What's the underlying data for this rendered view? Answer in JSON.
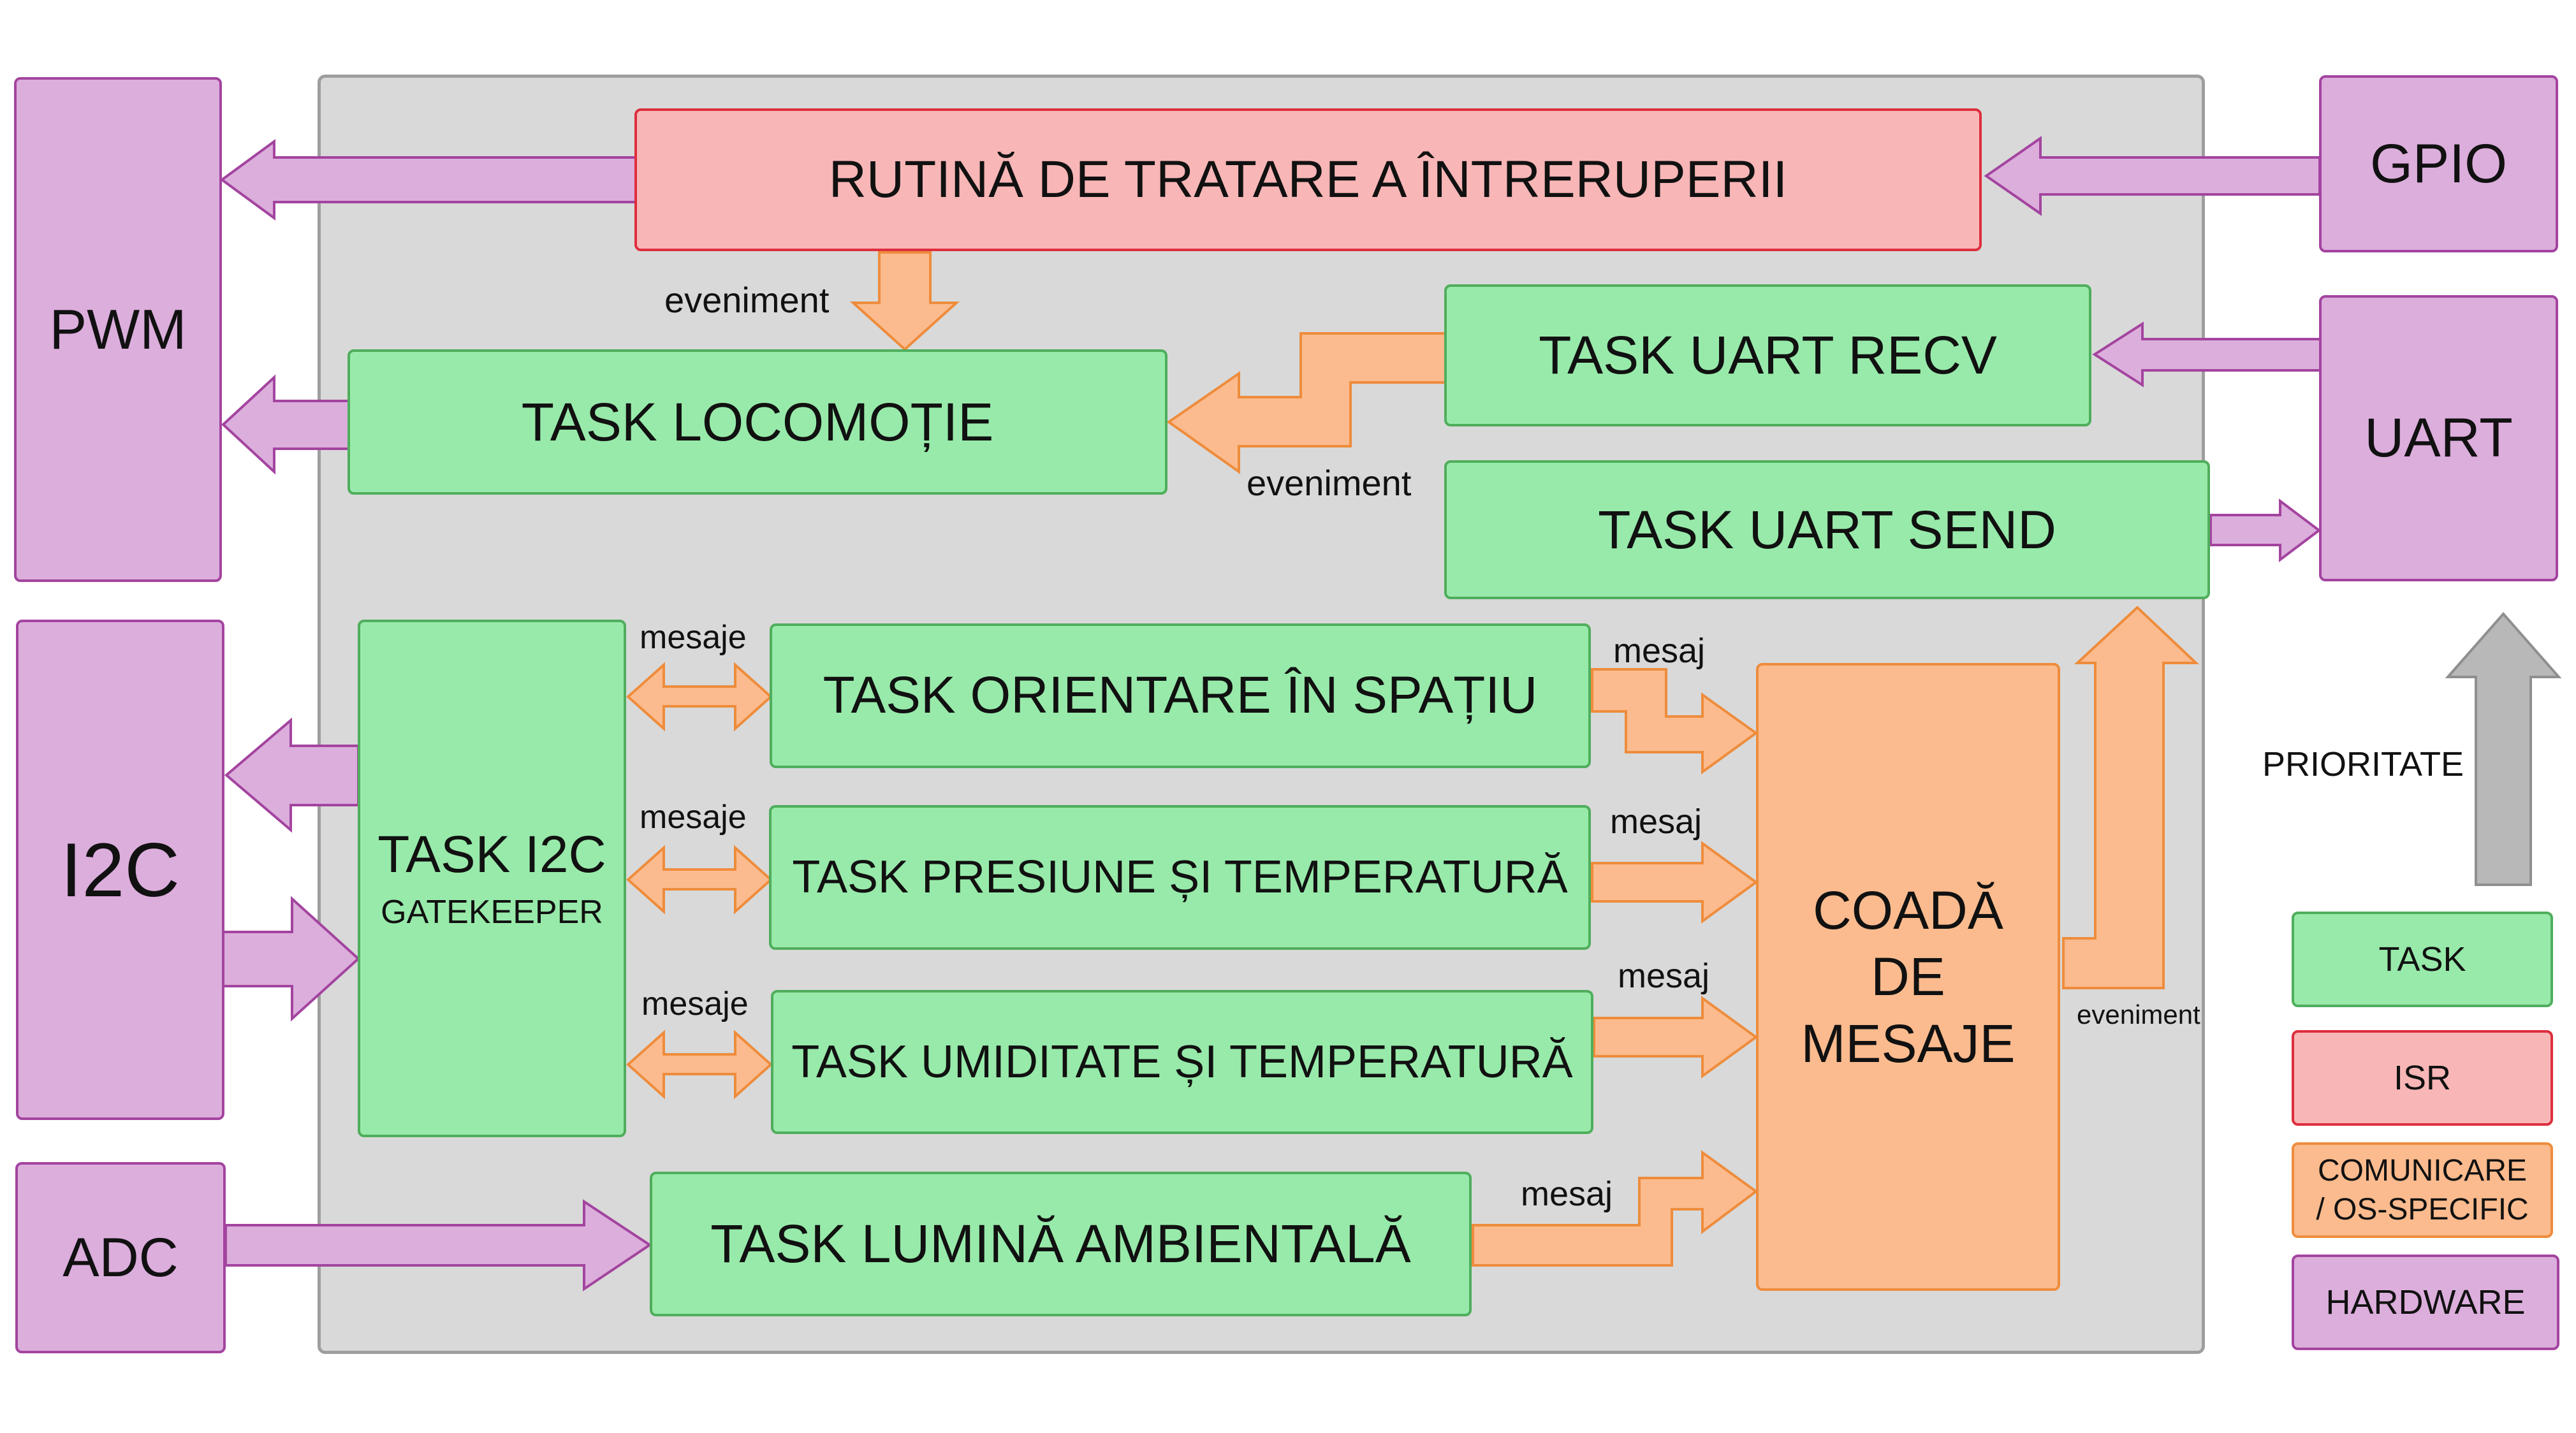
{
  "hardware": {
    "pwm": "PWM",
    "i2c": "I2C",
    "adc": "ADC",
    "gpio": "GPIO",
    "uart": "UART"
  },
  "isr": {
    "title": "RUTINĂ DE TRATARE A ÎNTRERUPERII"
  },
  "tasks": {
    "locomotie": "TASK LOCOMOȚIE",
    "uart_recv": "TASK UART RECV",
    "uart_send": "TASK UART SEND",
    "i2c_title": "TASK I2C",
    "i2c_subtitle": "GATEKEEPER",
    "orientare": "TASK ORIENTARE ÎN SPAȚIU",
    "presiune": "TASK PRESIUNE ȘI TEMPERATURĂ",
    "umiditate": "TASK UMIDITATE ȘI TEMPERATURĂ",
    "lumina": "TASK LUMINĂ AMBIENTALĂ"
  },
  "queue": {
    "line1": "COADĂ",
    "line2": "DE",
    "line3": "MESAJE"
  },
  "edge_labels": {
    "eveniment_isr": "eveniment",
    "eveniment_uart": "eveniment",
    "eveniment_queue": "eveniment",
    "mesaje_1": "mesaje",
    "mesaje_2": "mesaje",
    "mesaje_3": "mesaje",
    "mesaj_1": "mesaj",
    "mesaj_2": "mesaj",
    "mesaj_3": "mesaj",
    "mesaj_4": "mesaj"
  },
  "priority": {
    "label": "PRIORITATE"
  },
  "legend": {
    "task": "TASK",
    "isr": "ISR",
    "comm_line1": "COMUNICARE",
    "comm_line2": "/ OS-SPECIFIC",
    "hardware": "HARDWARE"
  },
  "colors": {
    "hardware_fill": "#dcaedc",
    "task_fill": "#98eaaa",
    "isr_fill": "#f8b6b6",
    "comm_fill": "#fbbb8e",
    "container_fill": "#d9d9d9",
    "priority_arrow": "#b8b8b8"
  }
}
